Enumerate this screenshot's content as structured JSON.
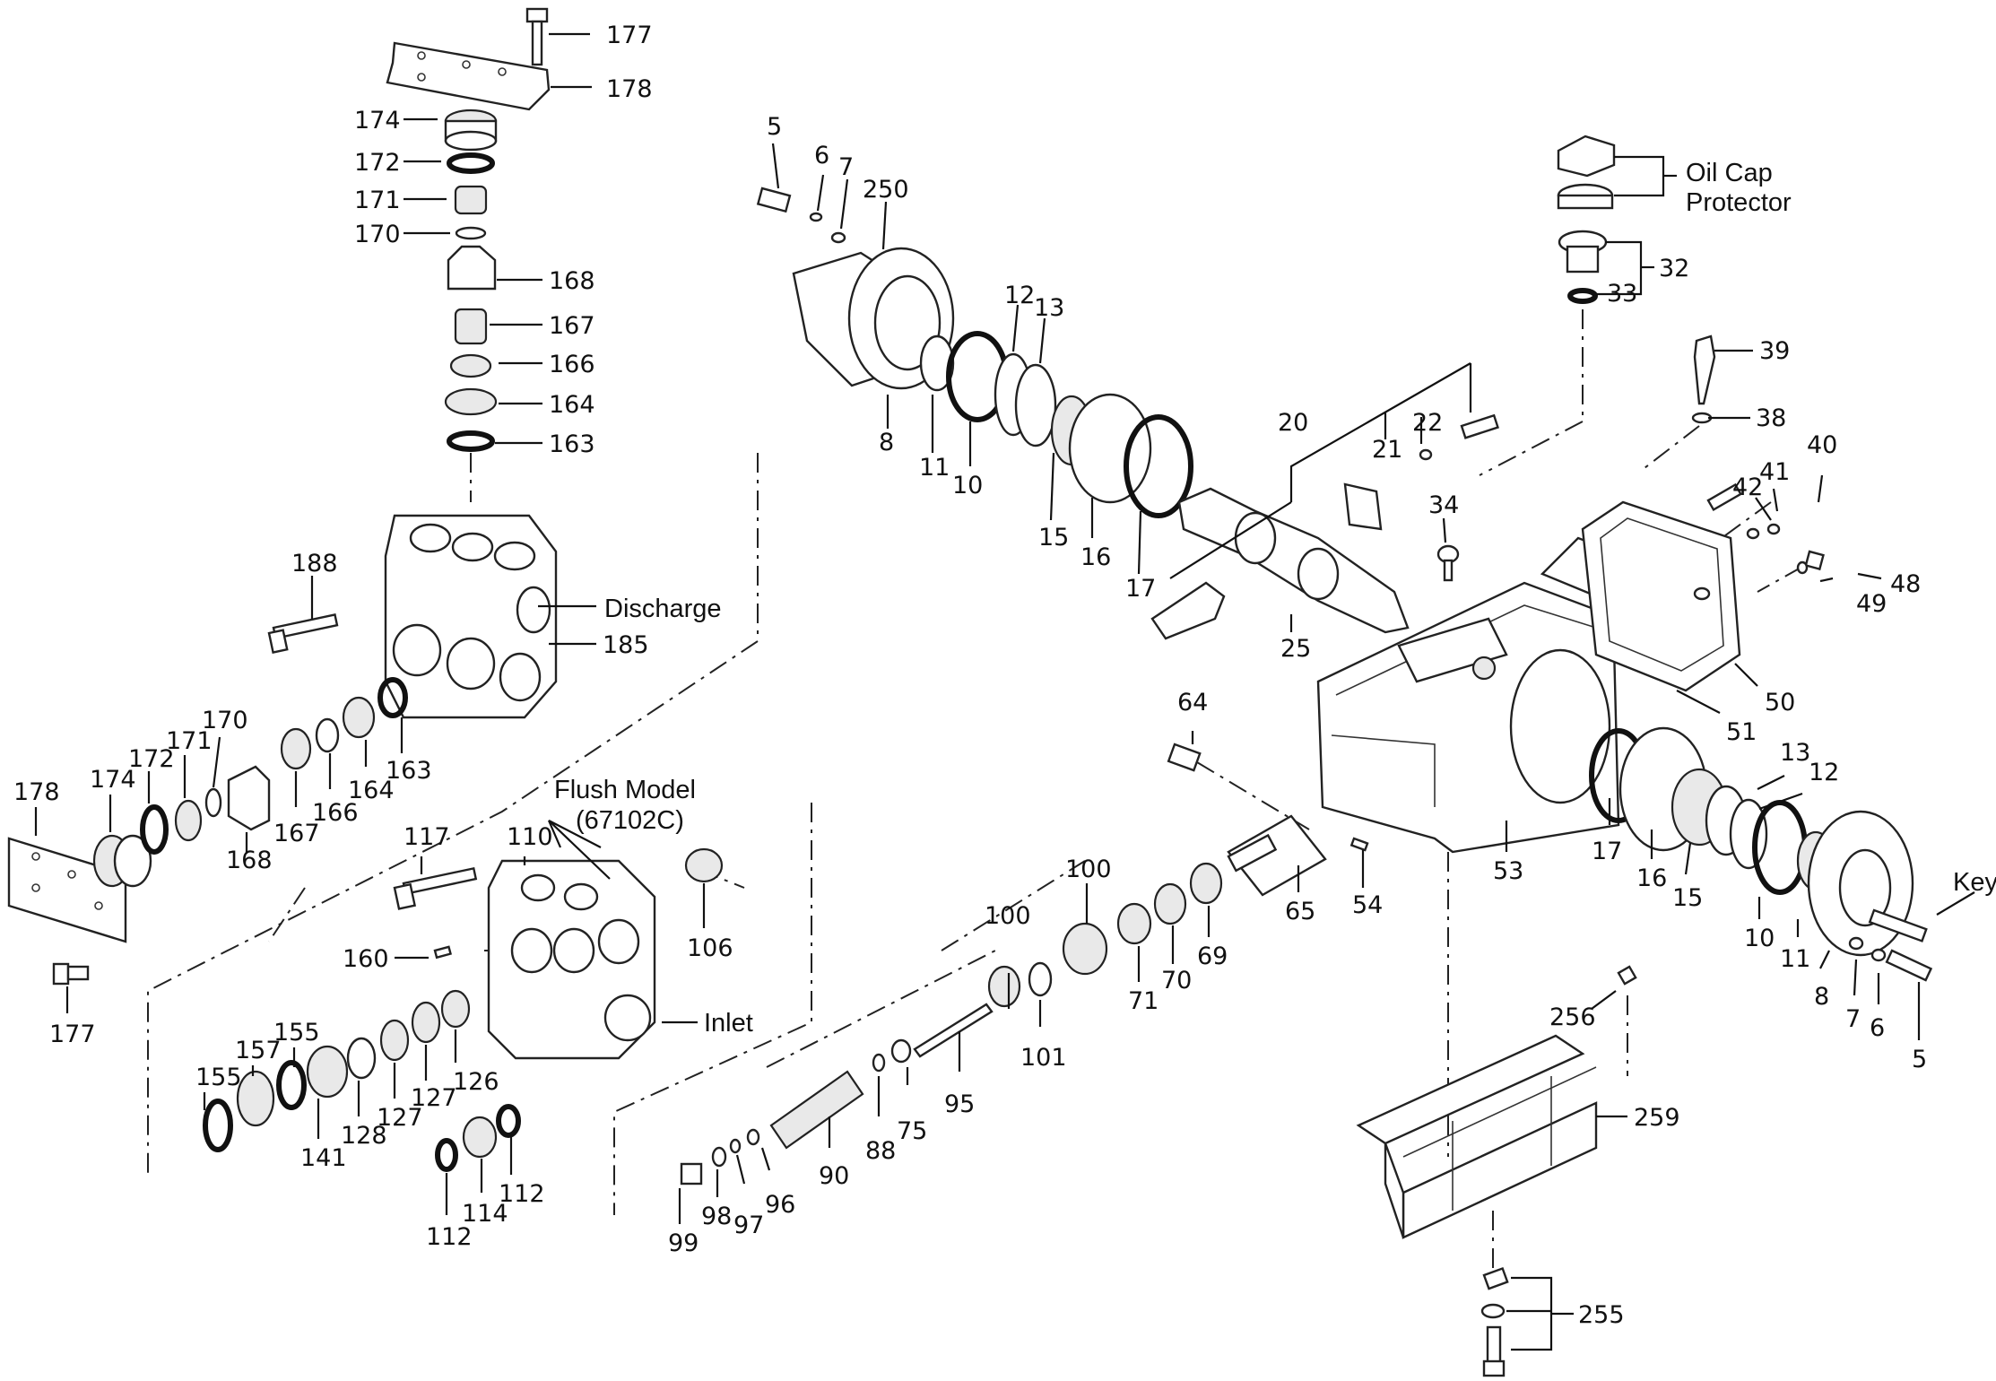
{
  "notes": {
    "oil_cap_protector": [
      "Oil Cap",
      "Protector"
    ],
    "flush_model": [
      "Flush Model",
      "(67102C)"
    ],
    "discharge": "Discharge",
    "inlet": "Inlet",
    "key": "Key"
  },
  "labels": {
    "l177a": "177",
    "l178a": "178",
    "l174a": "174",
    "l172a": "172",
    "l171a": "171",
    "l170a": "170",
    "l168a": "168",
    "l167a": "167",
    "l166a": "166",
    "l164a": "164",
    "l163a": "163",
    "l188": "188",
    "l185": "185",
    "l178b": "178",
    "l174b": "174",
    "l172b": "172",
    "l171b": "171",
    "l170b": "170",
    "l168b": "168",
    "l167b": "167",
    "l166b": "166",
    "l164b": "164",
    "l163b": "163",
    "l177b": "177",
    "l117": "117",
    "l110": "110",
    "l106": "106",
    "l160": "160",
    "l155a": "155",
    "l157": "157",
    "l155b": "155",
    "l141": "141",
    "l128": "128",
    "l127a": "127",
    "l127b": "127",
    "l126": "126",
    "l112a": "112",
    "l114": "114",
    "l112b": "112",
    "l99": "99",
    "l98": "98",
    "l97": "97",
    "l96": "96",
    "l90": "90",
    "l88": "88",
    "l75": "75",
    "l95": "95",
    "l100a": "100",
    "l101": "101",
    "l100b": "100",
    "l71": "71",
    "l70": "70",
    "l69": "69",
    "l65": "65",
    "l64": "64",
    "l54": "54",
    "l53": "53",
    "l5a": "5",
    "l6a": "6",
    "l7a": "7",
    "l250": "250",
    "l8a": "8",
    "l11a": "11",
    "l10a": "10",
    "l12a": "12",
    "l13a": "13",
    "l15a": "15",
    "l16a": "16",
    "l17a": "17",
    "l20": "20",
    "l21": "21",
    "l22": "22",
    "l25": "25",
    "l34": "34",
    "l32": "32",
    "l33": "33",
    "l39": "39",
    "l38": "38",
    "l40": "40",
    "l41": "41",
    "l42": "42",
    "l48": "48",
    "l49": "49",
    "l50": "50",
    "l51": "51",
    "l13b": "13",
    "l12b": "12",
    "l17b": "17",
    "l16b": "16",
    "l15b": "15",
    "l10b": "10",
    "l11b": "11",
    "l8b": "8",
    "l7b": "7",
    "l6b": "6",
    "l5b": "5",
    "l256": "256",
    "l259": "259",
    "l255": "255"
  }
}
